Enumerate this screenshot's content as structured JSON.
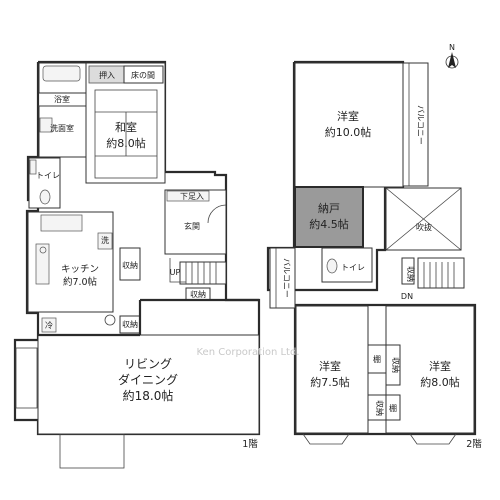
{
  "floor1": {
    "label": "1階",
    "rooms": {
      "oshiire": "押入",
      "tokonoma": "床の間",
      "washitsu_name": "和室",
      "washitsu_size": "約8.0帖",
      "bath": "浴室",
      "senmen": "洗面室",
      "toilet": "トイレ",
      "shimoashiire": "下足入",
      "genkan": "玄関",
      "wash": "洗",
      "storage_a": "収納",
      "storage_b": "収納",
      "storage_c": "収納",
      "kitchen_name": "キッチン",
      "kitchen_size": "約7.0帖",
      "fridge": "冷",
      "up": "UP",
      "living_line1": "リビング",
      "living_line2": "ダイニング",
      "living_size": "約18.0帖"
    }
  },
  "floor2": {
    "label": "2階",
    "rooms": {
      "yoshitsu_n_name": "洋室",
      "yoshitsu_n_size": "約10.0帖",
      "balcony_e": "バルコニー",
      "nando_name": "納戸",
      "nando_size": "約4.5帖",
      "fukinuke": "吹抜",
      "balcony_w": "バルコニー",
      "toilet": "トイレ",
      "storage_d": "収納",
      "dn": "DN",
      "shelf_a": "棚",
      "shelf_b": "棚",
      "storage_e": "収納",
      "storage_f": "収納",
      "yoshitsu_sw_name": "洋室",
      "yoshitsu_sw_size": "約7.5帖",
      "yoshitsu_se_name": "洋室",
      "yoshitsu_se_size": "約8.0帖"
    }
  },
  "watermark": "Ken Corporation Ltd.",
  "compass": {
    "symbol": "N",
    "icon": "north-arrow-icon"
  }
}
